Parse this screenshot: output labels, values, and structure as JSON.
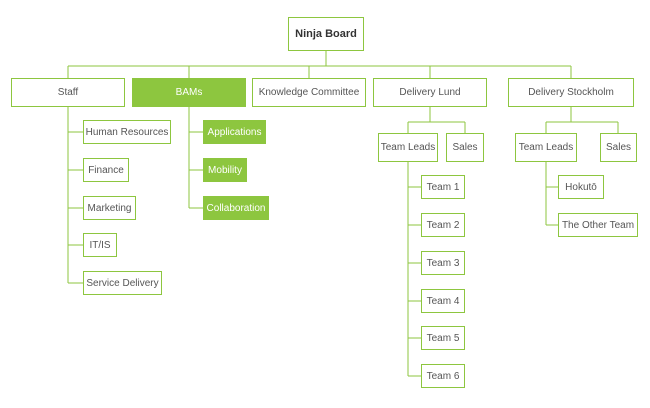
{
  "colors": {
    "accent": "#8dc63f",
    "text": "#555555",
    "line": "#8dc63f"
  },
  "root": {
    "label": "Ninja Board"
  },
  "departments": {
    "staff": {
      "label": "Staff",
      "children": [
        "Human Resources",
        "Finance",
        "Marketing",
        "IT/IS",
        "Service Delivery"
      ]
    },
    "bams": {
      "label": "BAMs",
      "highlighted": true,
      "children": [
        "Applications",
        "Mobility",
        "Collaboration"
      ]
    },
    "knowledge": {
      "label": "Knowledge Committee"
    },
    "lund": {
      "label": "Delivery Lund",
      "team_leads": {
        "label": "Team Leads",
        "children": [
          "Team 1",
          "Team 2",
          "Team 3",
          "Team 4",
          "Team 5",
          "Team 6"
        ]
      },
      "sales": {
        "label": "Sales"
      }
    },
    "stockholm": {
      "label": "Delivery Stockholm",
      "team_leads": {
        "label": "Team Leads",
        "children": [
          "Hokutō",
          "The Other Team"
        ]
      },
      "sales": {
        "label": "Sales"
      }
    }
  }
}
